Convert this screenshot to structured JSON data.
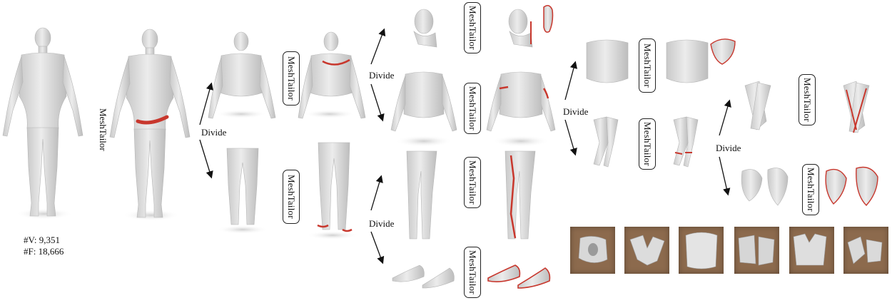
{
  "labels": {
    "method": "MeshTailor",
    "divide": "Divide",
    "stats": {
      "vertices": "#V: 9,351",
      "faces": "#F: 18,666"
    }
  },
  "colors": {
    "mesh": "#d9d9d9",
    "mesh_shade": "#bdbdbd",
    "cut": "#c8372d",
    "arrow": "#111111",
    "thumb_bg": "#8c6a4d"
  }
}
